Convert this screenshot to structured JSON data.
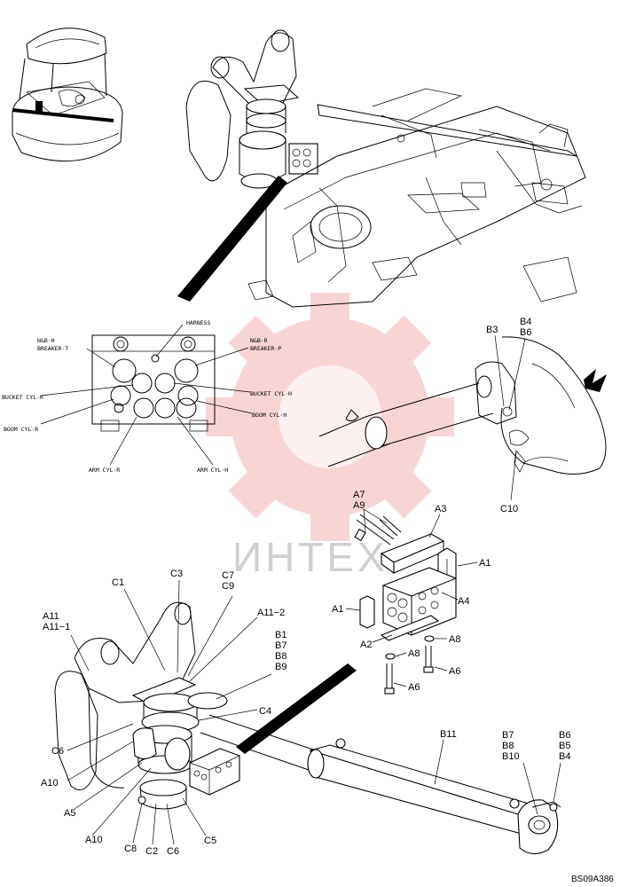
{
  "watermark": "ИНТЕХ",
  "figure_code": "BS09A386",
  "inset_labels": {
    "harness": "HARNESS",
    "nb_h_breaker_t": [
      "N&B·H",
      "BREAKER·T"
    ],
    "nb_r_breaker_p": [
      "N&B·R",
      "BREAKER·P"
    ],
    "bucket_cyl_r": "BUCKET CYL·R",
    "bucket_cyl_h": "BUCKET CYL·H",
    "boom_cyl_r": "BOOM CYL·R",
    "boom_cyl_h": "BOOM CYL·H",
    "arm_cyl_r": "ARM CYL·R",
    "arm_cyl_h": "ARM CYL·H"
  },
  "callouts": {
    "b3": "B3",
    "b4_b6": [
      "B4",
      "B6"
    ],
    "c10": "C10",
    "a7_a9": [
      "A7",
      "A9"
    ],
    "a3": "A3",
    "a1_upper": "A1",
    "a1_lower": "A1",
    "a4": "A4",
    "a2": "A2",
    "a8_upper": "A8",
    "a8_lower": "A8",
    "a6_upper": "A6",
    "a6_lower": "A6",
    "c1": "C1",
    "c3": "C3",
    "c7_c9": [
      "C7",
      "C9"
    ],
    "a11": [
      "A11",
      "A11−1"
    ],
    "a11_2": "A11−2",
    "b1_b9": [
      "B1",
      "B7",
      "B8",
      "B9"
    ],
    "c4": "C4",
    "c6_left": "C6",
    "a10_upper": "A10",
    "a5": "A5",
    "a10_lower": "A10",
    "c8": "C8",
    "c2": "C2",
    "c6_bottom": "C6",
    "c5": "C5",
    "b11": "B11",
    "b7_b10": [
      "B7",
      "B8",
      "B10"
    ],
    "b6_b4": [
      "B6",
      "B5",
      "B4"
    ]
  }
}
